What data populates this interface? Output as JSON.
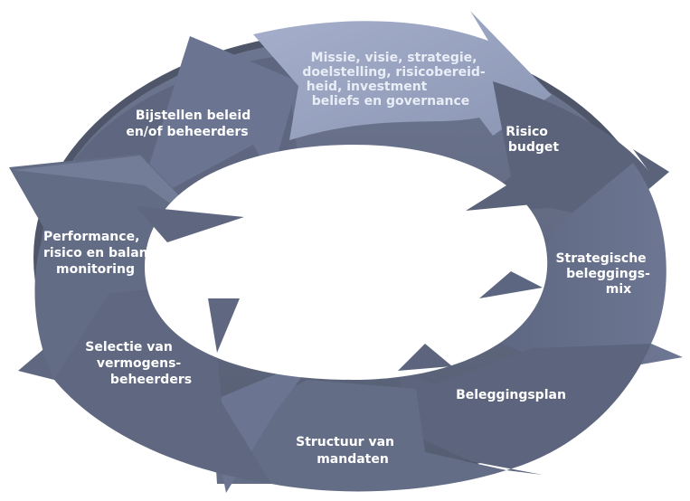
{
  "diagram": {
    "colors": {
      "segment_dark": "#5a6379",
      "segment_mid": "#6b7490",
      "segment_light": "#96a1bf",
      "segment_edge": "#8c95ad",
      "background": "#ffffff"
    },
    "steps": [
      {
        "id": "missie",
        "lines": [
          "Missie, visie, strategie,",
          "doelstelling, risicobereid-",
          "heid, investment",
          "beliefs en governance"
        ]
      },
      {
        "id": "risico-budget",
        "lines": [
          "Risico",
          "budget"
        ]
      },
      {
        "id": "strategische-mix",
        "lines": [
          "Strategische",
          "beleggings-",
          "mix"
        ]
      },
      {
        "id": "beleggingsplan",
        "lines": [
          "Beleggingsplan"
        ]
      },
      {
        "id": "structuur",
        "lines": [
          "Structuur van",
          "mandaten"
        ]
      },
      {
        "id": "selectie",
        "lines": [
          "Selectie van",
          "vermogens-",
          "beheerders"
        ]
      },
      {
        "id": "performance",
        "lines": [
          "Performance,",
          "risico en balans-",
          "monitoring"
        ]
      },
      {
        "id": "bijstellen",
        "lines": [
          "Bijstellen beleid",
          "en/of beheerders"
        ]
      }
    ]
  }
}
